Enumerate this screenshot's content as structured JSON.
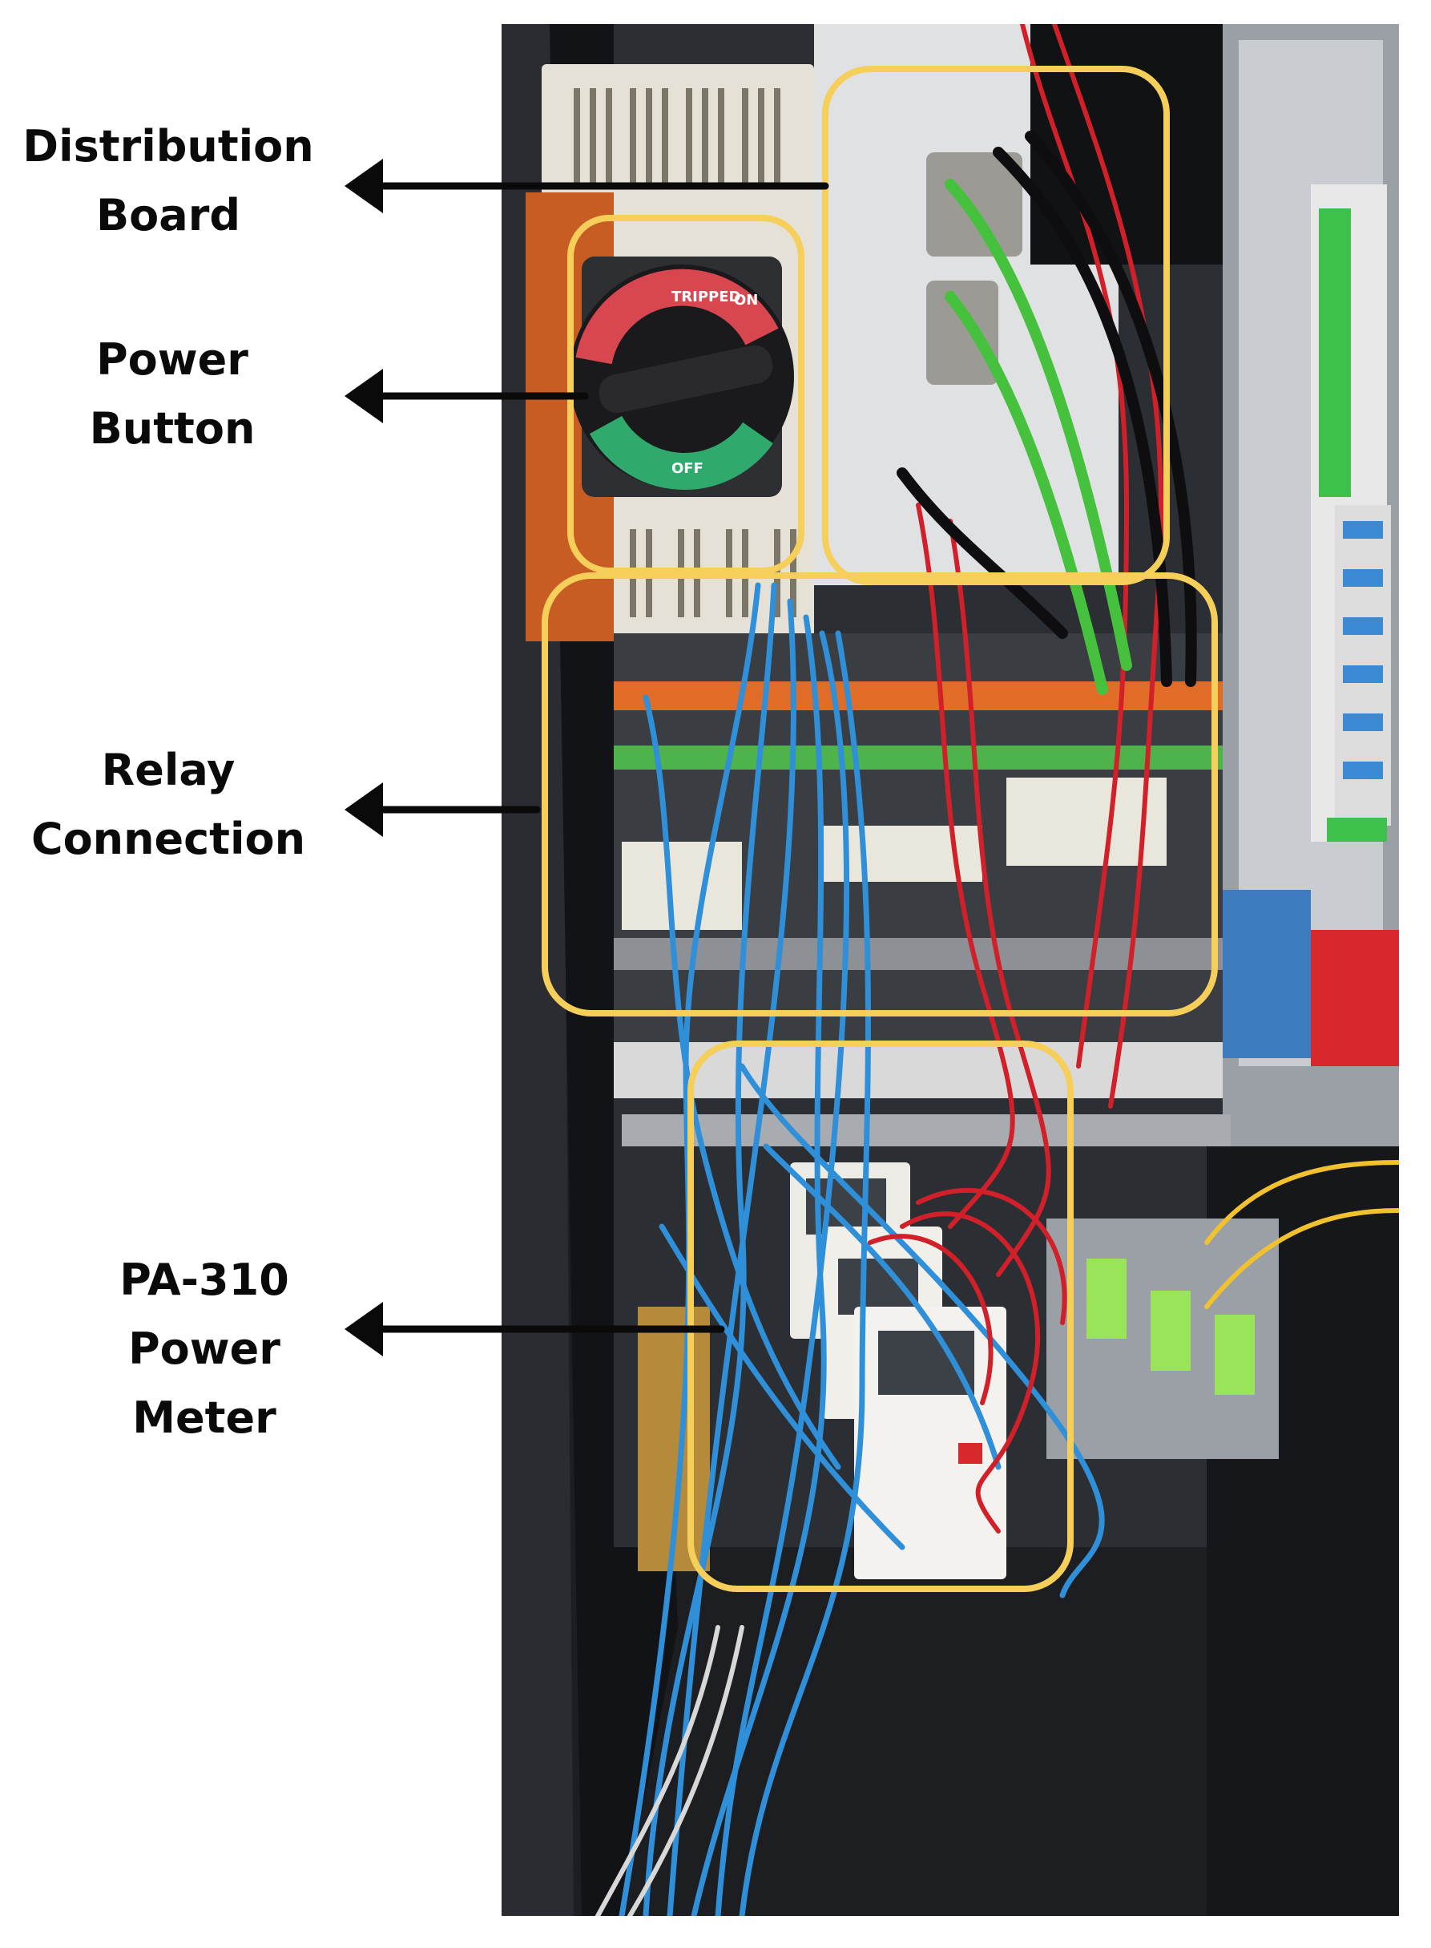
{
  "labels": {
    "distribution_board": [
      "Distribution",
      "Board"
    ],
    "power_button": [
      "Power",
      "Button"
    ],
    "relay_connection": [
      "Relay",
      "Connection"
    ],
    "power_meter": [
      "PA-310",
      "Power",
      "Meter"
    ]
  },
  "switch_text": {
    "on": "ON",
    "off": "OFF",
    "tripped": "TRIPPED"
  },
  "colors": {
    "highlight_box": "#f5cf5a",
    "arrow": "#0a0a0a",
    "wire_blue": "#2f8fd8",
    "wire_red": "#d2202a",
    "wire_green": "#46c13e",
    "cabinet_dark": "#1a1c20"
  }
}
